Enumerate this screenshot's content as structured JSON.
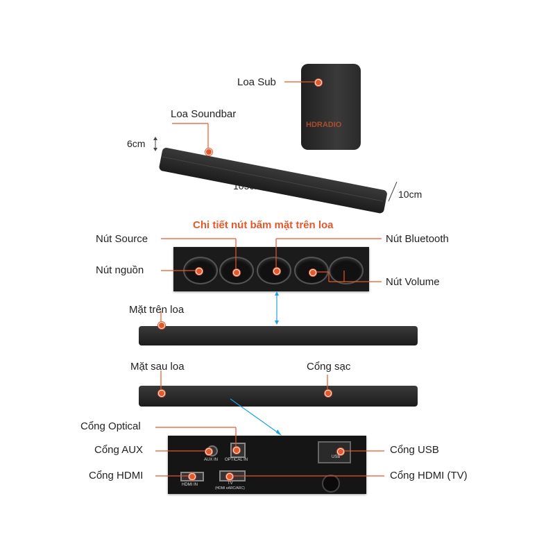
{
  "labels": {
    "sub": "Loa Sub",
    "soundbar": "Loa Soundbar",
    "height": "6cm",
    "width": "105cm",
    "depth": "10cm",
    "section_title": "Chi tiết nút bấm mặt trên loa",
    "source": "Nút Source",
    "power": "Nút nguồn",
    "bluetooth": "Nút Bluetooth",
    "volume": "Nút Volume",
    "top_face": "Mặt trên loa",
    "back_face": "Mặt sau loa",
    "charge_port": "Cổng sạc",
    "optical": "Cổng Optical",
    "aux": "Cổng AUX",
    "hdmi": "Cổng HDMI",
    "usb": "Cổng USB",
    "hdmi_tv": "Cổng HDMI (TV)"
  },
  "watermark": "HDRADIO",
  "port_labels": {
    "aux_in": "AUX IN",
    "optical_in": "OPTICAL IN",
    "hdmi_in": "HDMI IN",
    "tv": "TV",
    "tv_sub": "(HDMI eARC/ARC)",
    "usb": "USB"
  },
  "colors": {
    "accent": "#e8562a",
    "guide": "#1aa3e0"
  }
}
